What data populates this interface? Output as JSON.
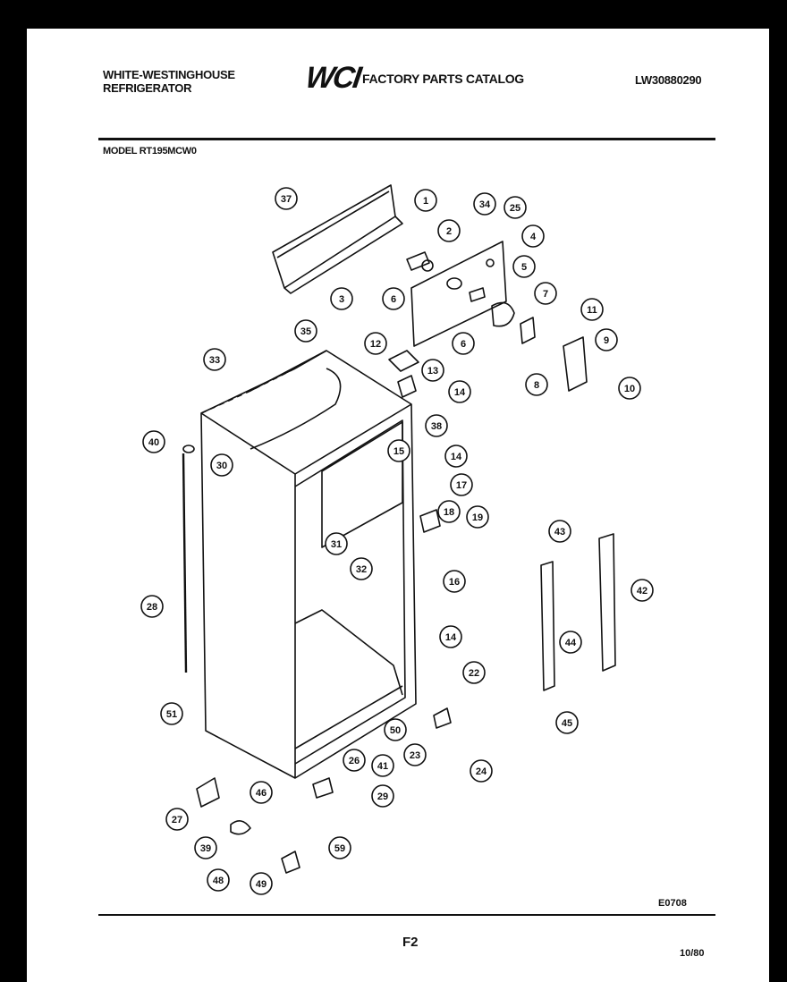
{
  "header": {
    "brand_line1": "WHITE-WESTINGHOUSE",
    "brand_line2": "REFRIGERATOR",
    "logo": "WCI",
    "catalog_title": "FACTORY PARTS CATALOG",
    "catalog_code": "LW30880290",
    "model": "MODEL RT195MCW0"
  },
  "footer": {
    "diagram_code": "E0708",
    "page": "F2",
    "date": "10/80"
  },
  "callouts": [
    "37",
    "1",
    "34",
    "25",
    "2",
    "4",
    "3",
    "6",
    "5",
    "7",
    "6",
    "11",
    "9",
    "8",
    "10",
    "35",
    "12",
    "33",
    "13",
    "14",
    "38",
    "15",
    "40",
    "30",
    "14",
    "17",
    "18",
    "19",
    "31",
    "32",
    "16",
    "28",
    "43",
    "42",
    "44",
    "14",
    "22",
    "51",
    "50",
    "23",
    "24",
    "45",
    "26",
    "41",
    "46",
    "29",
    "27",
    "39",
    "59",
    "48",
    "49"
  ]
}
